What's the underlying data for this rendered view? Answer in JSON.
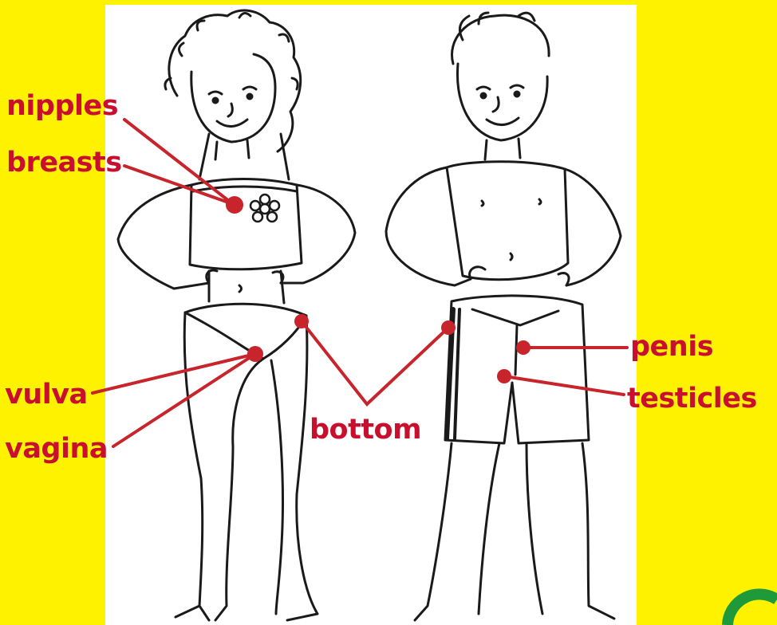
{
  "colors": {
    "background": "#FFF200",
    "panel": "#FFFFFF",
    "label": "#C8102E",
    "line": "#C8242B",
    "ink": "#1A1A1A",
    "ring": "#1E9A3A"
  },
  "labels": {
    "nipples": "nipples",
    "breasts": "breasts",
    "vulva": "vulva",
    "vagina": "vagina",
    "bottom": "bottom",
    "penis": "penis",
    "testicles": "testicles"
  },
  "figures": [
    "girl-figure",
    "boy-figure"
  ],
  "decoration": {
    "ring_icon": "green-ring-icon"
  }
}
